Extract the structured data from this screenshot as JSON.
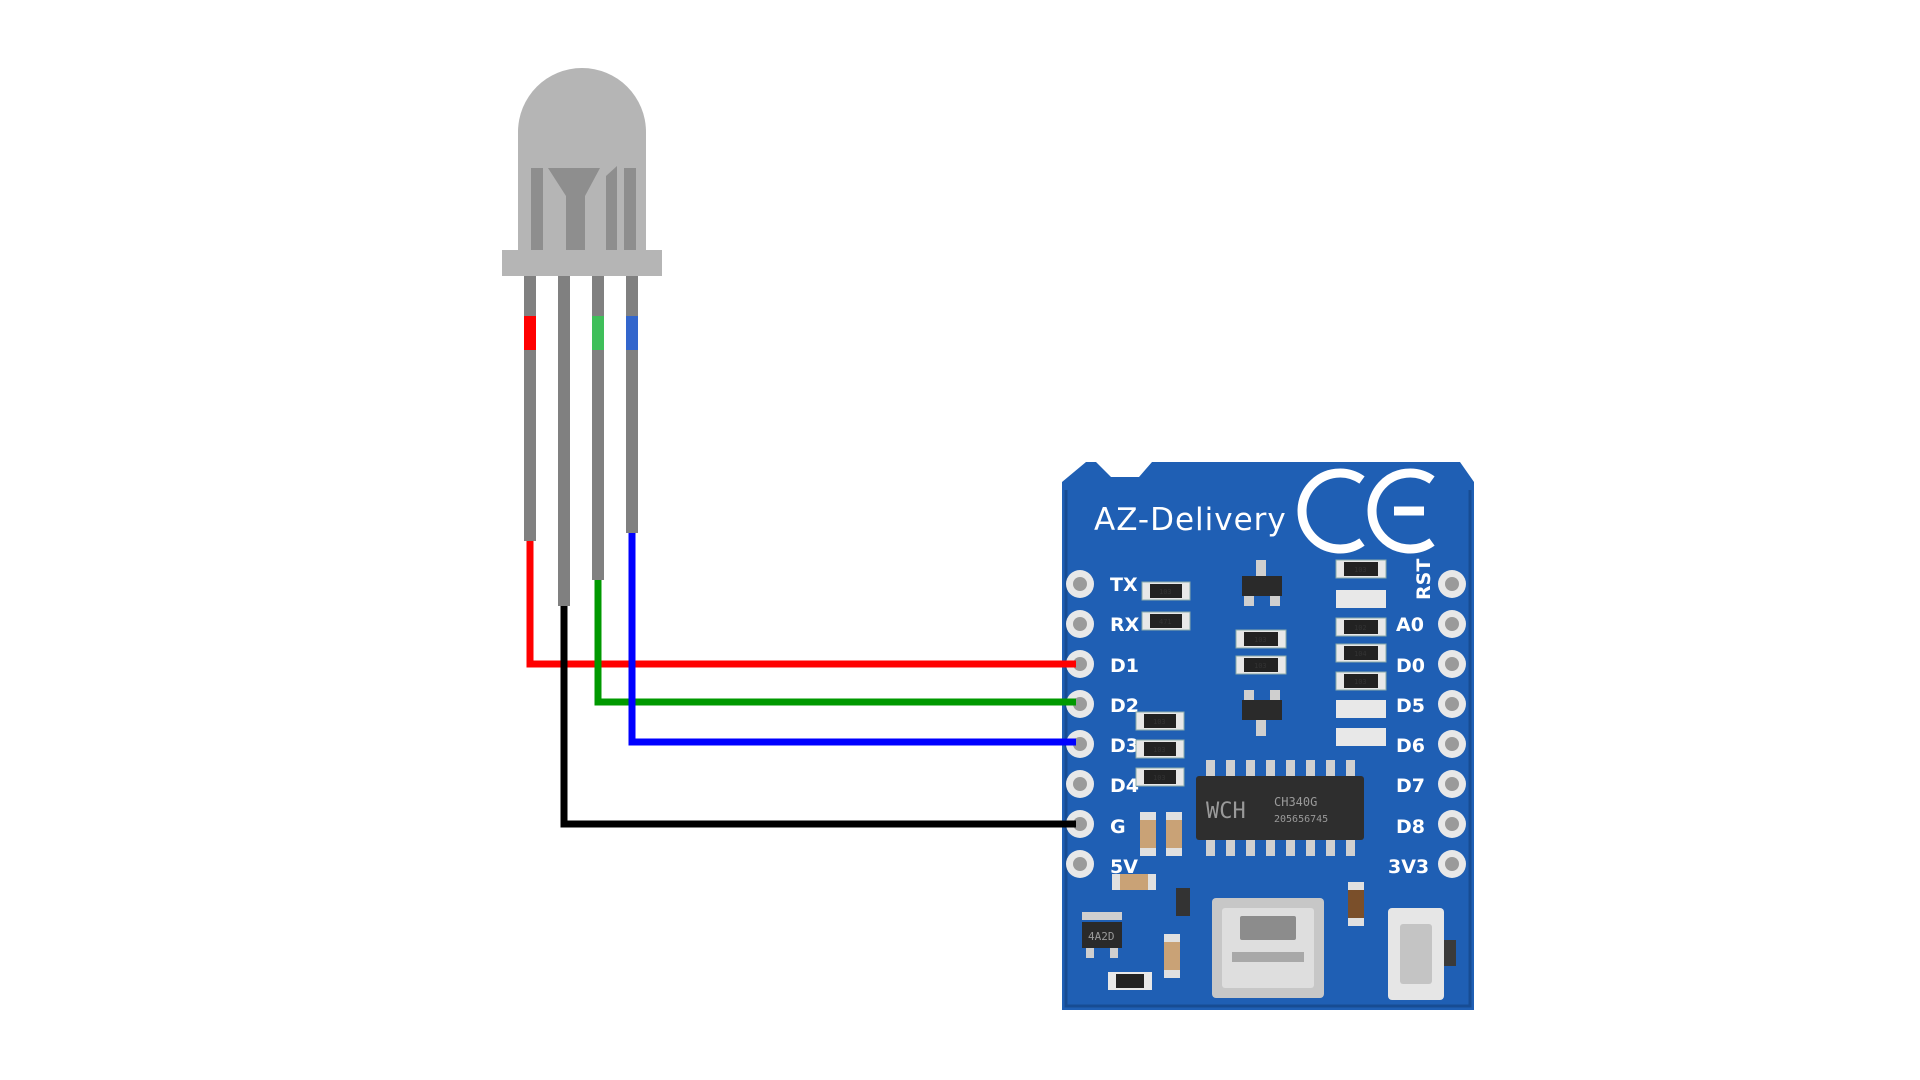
{
  "colors": {
    "red": "#ff0000",
    "green": "#009900",
    "blue": "#0000ff",
    "black": "#000000",
    "led_body": "#b5b5b5",
    "board": "#1f5fb4"
  },
  "board": {
    "brand": "AZ-Delivery",
    "ce_mark": "CE",
    "chip_maker": "WCH",
    "chip_model": "CH340G",
    "chip_serial": "205656745",
    "regulator_code": "4A2D",
    "left_pins": [
      "TX",
      "RX",
      "D1",
      "D2",
      "D3",
      "D4",
      "G",
      "5V"
    ],
    "right_pins": [
      "RST",
      "A0",
      "D0",
      "D5",
      "D6",
      "D7",
      "D8",
      "3V3"
    ],
    "resistor_codes": [
      "103",
      "471",
      "103",
      "103",
      "103",
      "103",
      "102",
      "104",
      "103",
      "103",
      "103"
    ]
  },
  "wires": [
    {
      "color": "red",
      "led_leg": 1,
      "pin": "D1"
    },
    {
      "color": "black",
      "led_leg": 2,
      "pin": "G"
    },
    {
      "color": "green",
      "led_leg": 3,
      "pin": "D2"
    },
    {
      "color": "blue",
      "led_leg": 4,
      "pin": "D3"
    }
  ]
}
